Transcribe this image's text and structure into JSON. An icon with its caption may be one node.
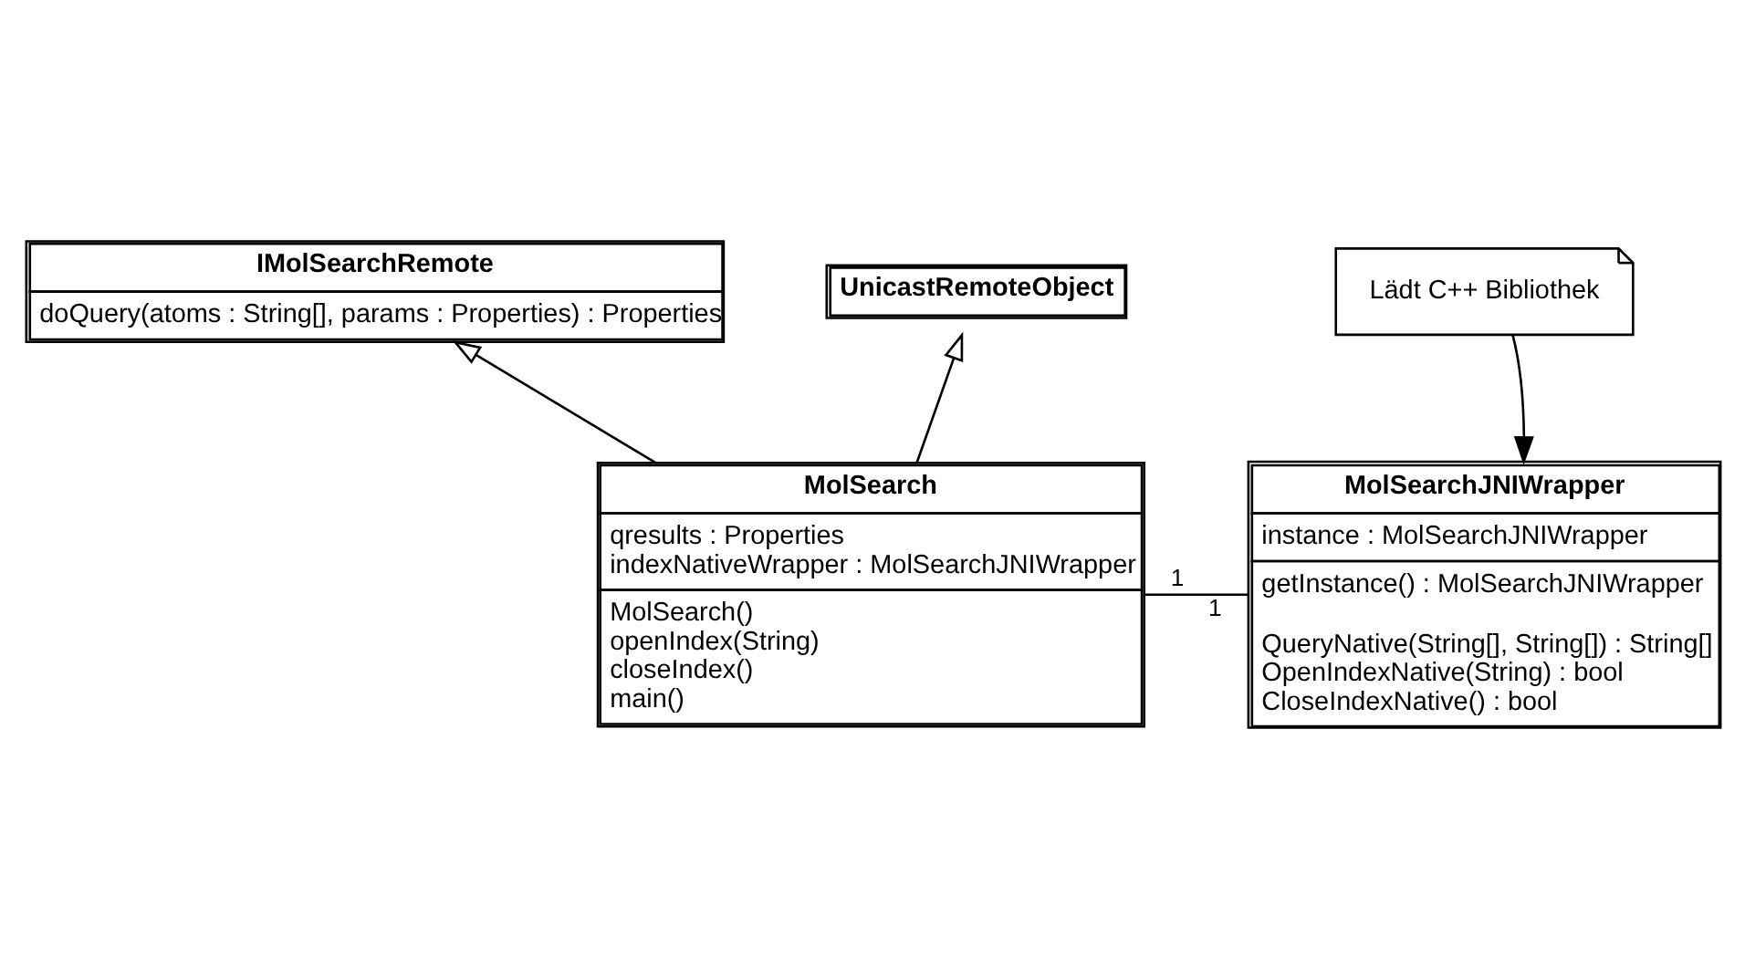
{
  "diagram": {
    "nodes": [
      {
        "text": [
          "IMolSearchRemote",
          "doQuery(atoms : String[], params : Properties) : Properties"
        ]
      },
      {
        "text": [
          "UnicastRemoteObject"
        ]
      },
      {
        "text": [
          "MolSearch",
          "qresults : Properties",
          "indexNativeWrapper : MolSearchJNIWrapper",
          "MolSearch()",
          "openIndex(String)",
          "closeIndex()",
          "main()"
        ]
      },
      {
        "text": [
          "MolSearchJNIWrapper",
          "instance : MolSearchJNIWrapper",
          "getInstance() : MolSearchJNIWrapper",
          "QueryNative(String[], String[]) : String[]",
          "OpenIndexNative(String) : bool",
          "CloseIndexNative() : bool"
        ]
      },
      {
        "text": [
          "Lädt C++ Bibliothek"
        ]
      }
    ],
    "edges": [
      {
        "from": 2,
        "to": 1,
        "arrow": "to"
      },
      {
        "from": 2,
        "to": 0,
        "arrow": "to"
      },
      {
        "from": 4,
        "to": 3,
        "arrow": "to"
      },
      {
        "from": 2,
        "to": 3,
        "arrow": "none"
      }
    ],
    "labels": [
      "1",
      "1"
    ]
  }
}
